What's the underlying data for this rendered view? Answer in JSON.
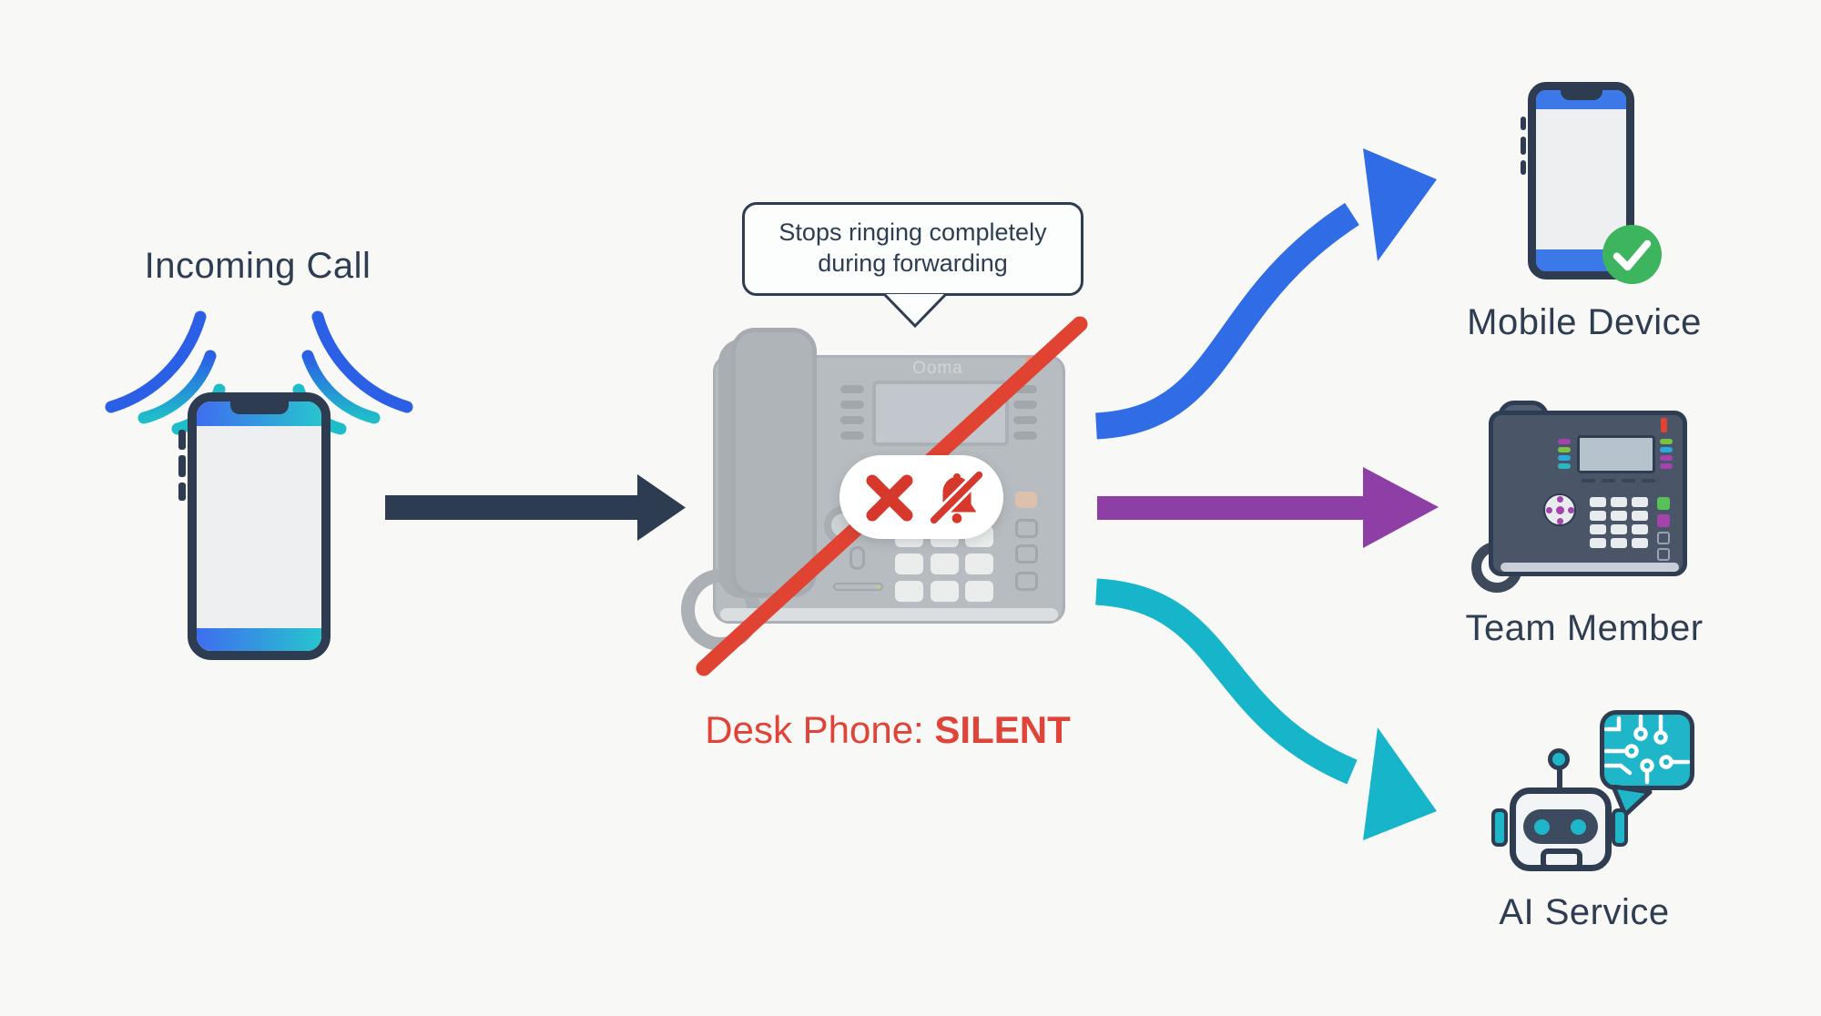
{
  "diagram": {
    "title_area": {
      "source_label": "Incoming Call"
    },
    "bubble": {
      "line1": "Stops ringing completely",
      "line2": "during forwarding"
    },
    "desk_phone": {
      "brand": "Ooma",
      "status_prefix": "Desk Phone:",
      "status_word": "SILENT"
    },
    "targets": [
      {
        "id": "mobile",
        "label": "Mobile Device",
        "arrow_color": "#2f6ce5",
        "icon": "smartphone-check"
      },
      {
        "id": "team",
        "label": "Team Member",
        "arrow_color": "#8e3fa5",
        "icon": "desk-phone"
      },
      {
        "id": "ai",
        "label": "AI Service",
        "arrow_color": "#17b5c9",
        "icon": "robot-chat"
      }
    ],
    "icons": {
      "source": "ringing-smartphone",
      "blocked": [
        "x-mark",
        "bell-slash"
      ]
    },
    "colors": {
      "background": "#f8f8f7",
      "text": "#2e3d51",
      "alert_red": "#e04438",
      "icon_red": "#d6392c",
      "flow_arrow_dark": "#2d3c50",
      "arrow_blue": "#2f6ce5",
      "arrow_purple": "#8e3fa5",
      "arrow_teal": "#17b5c9",
      "success_green": "#3cb55e",
      "wave_blue": "#2b5fe6",
      "wave_teal": "#1fbdc9"
    }
  }
}
